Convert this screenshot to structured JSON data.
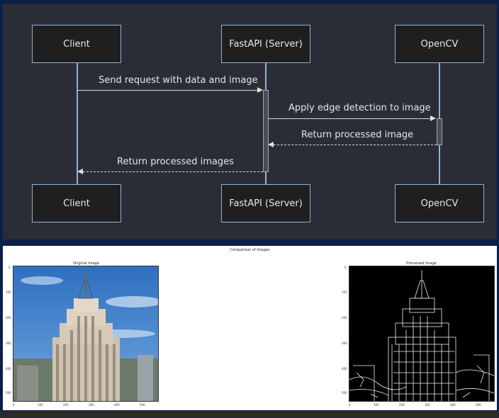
{
  "sequence": {
    "actors": {
      "client": "Client",
      "server": "FastAPI (Server)",
      "opencv": "OpenCV"
    },
    "messages": [
      "Send request with data and image",
      "Apply edge detection to image",
      "Return processed image",
      "Return processed images"
    ]
  },
  "figure": {
    "title": "Comparison of Images",
    "left_title": "Original Image",
    "right_title": "Processed Image",
    "y_ticks": [
      "0",
      "100",
      "200",
      "300",
      "400",
      "500"
    ],
    "x_ticks": [
      "0",
      "100",
      "200",
      "300",
      "400",
      "500"
    ]
  }
}
